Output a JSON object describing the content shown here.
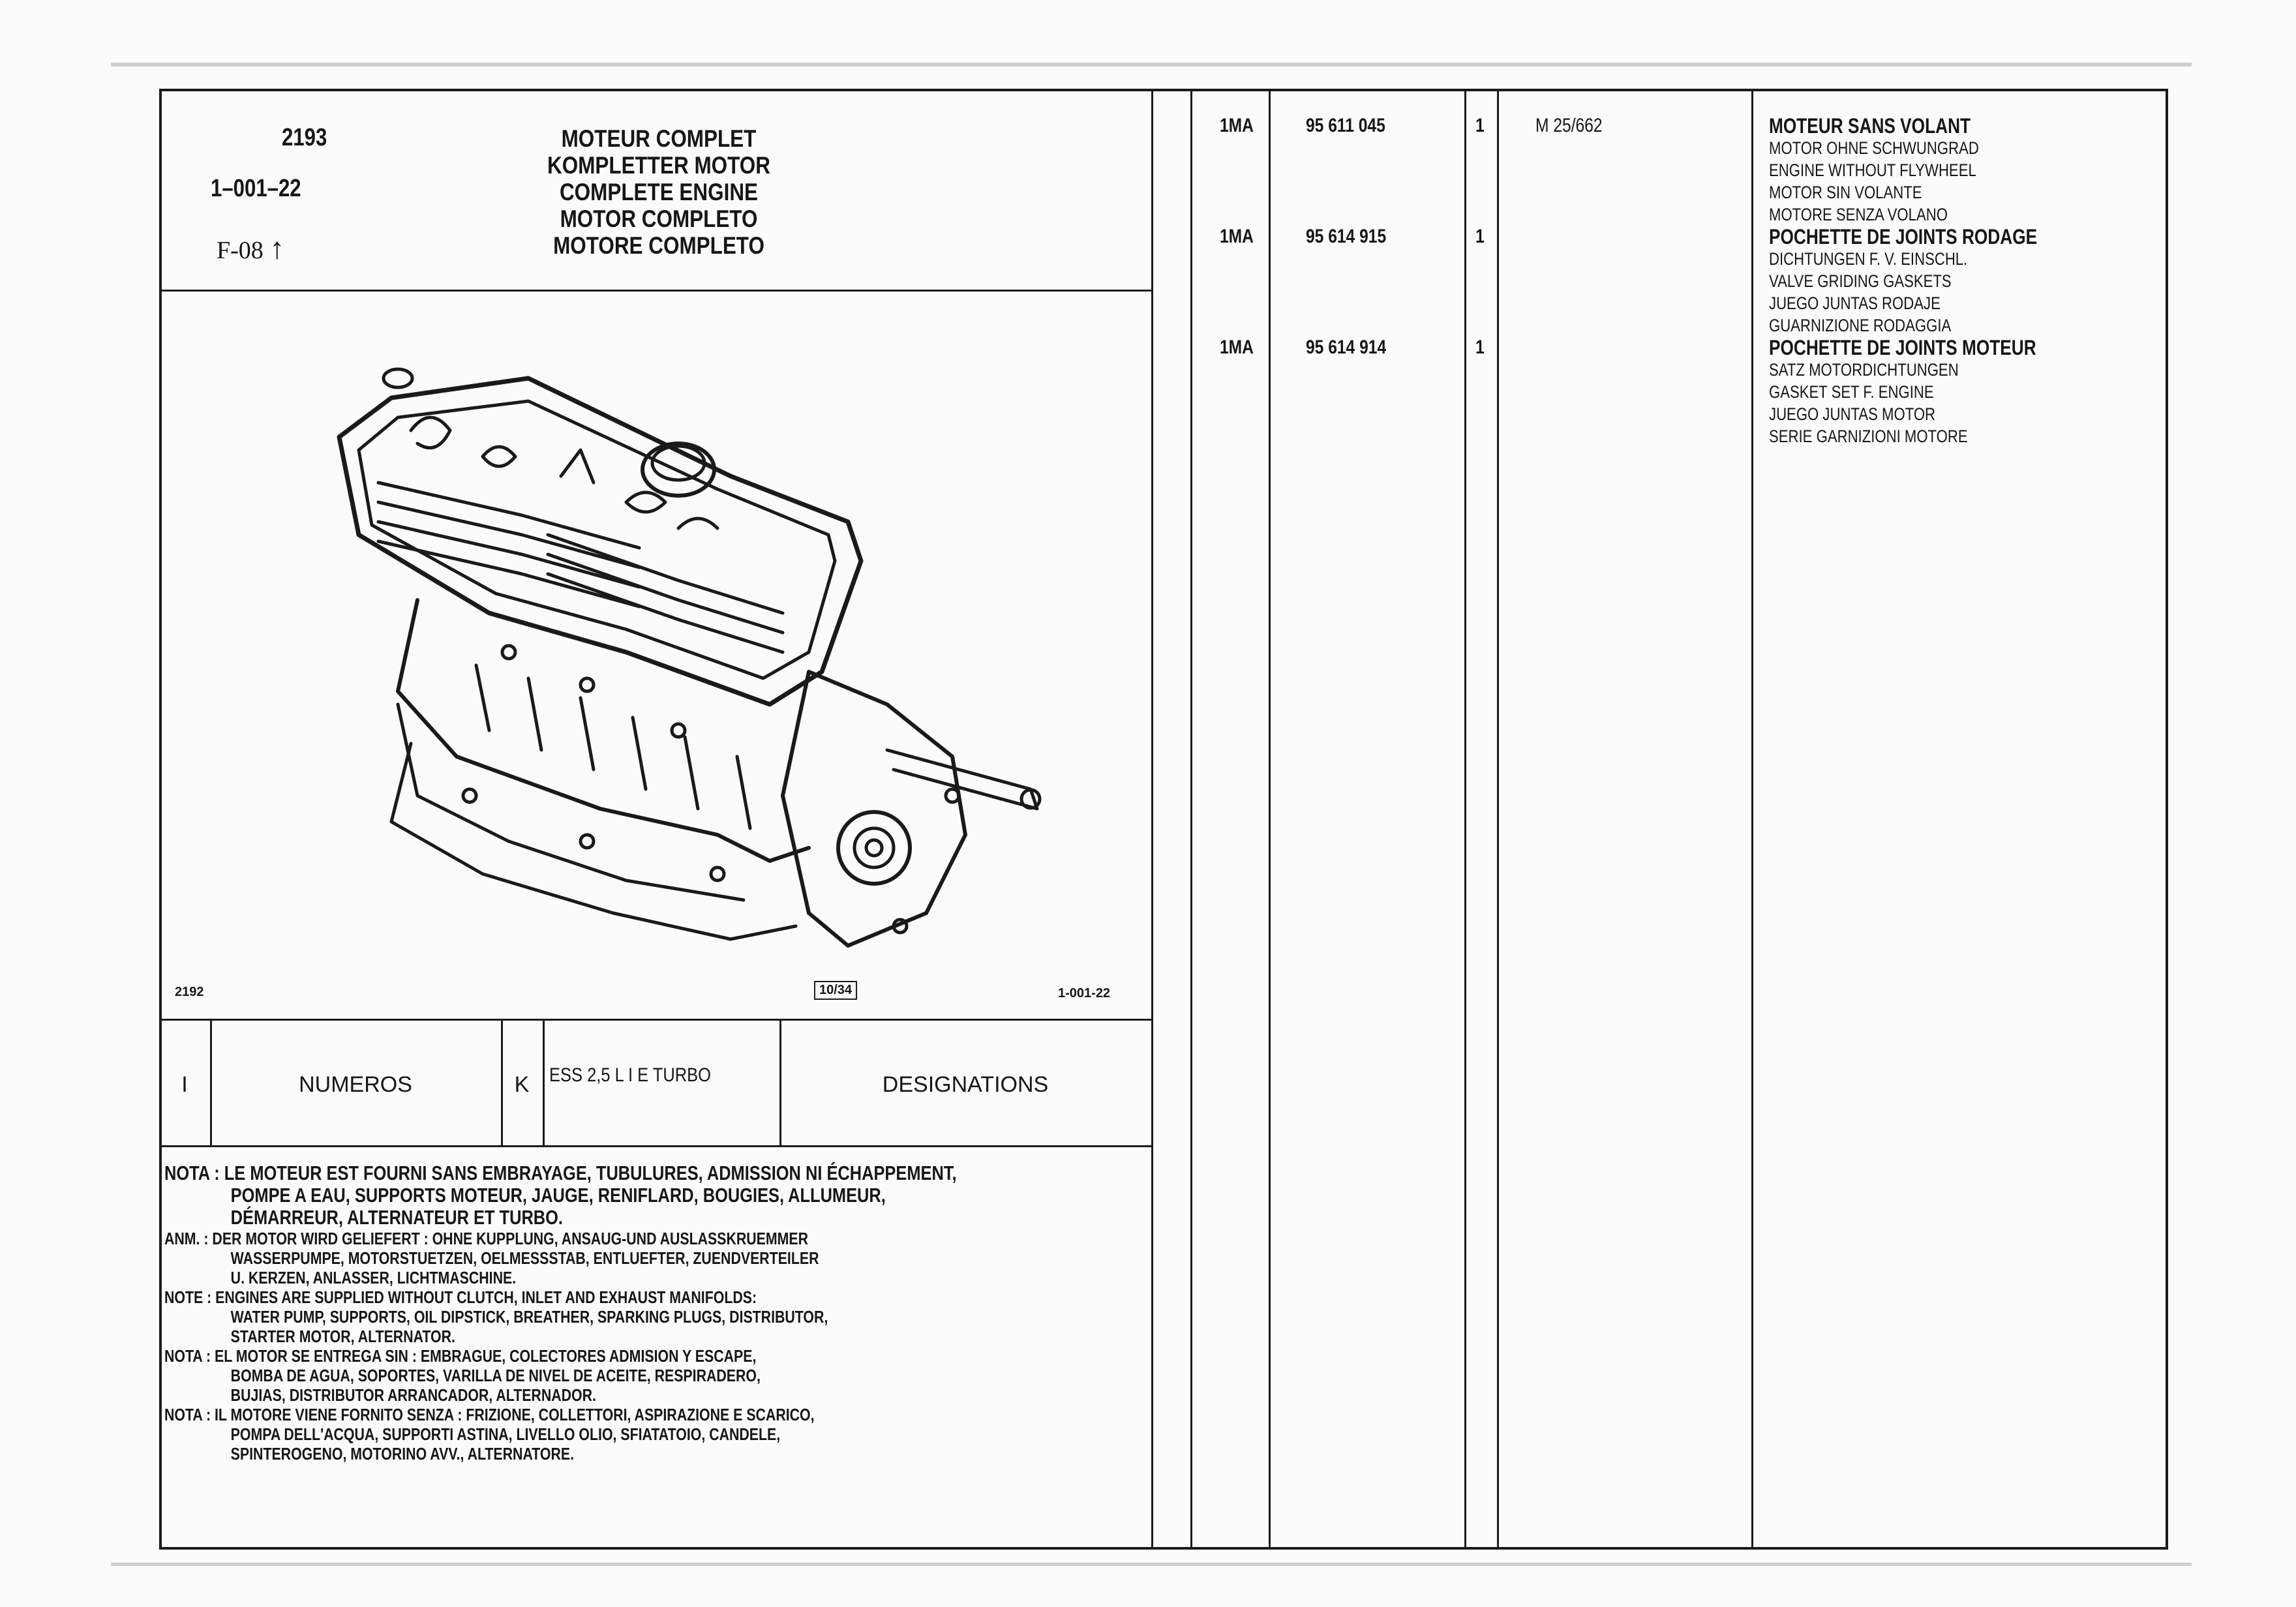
{
  "header": {
    "ref_number": "2193",
    "ref_code": "1–001–22",
    "ref_sub": "F-08",
    "title_lines": [
      "MOTEUR COMPLET",
      "KOMPLETTER MOTOR",
      "COMPLETE ENGINE",
      "MOTOR COMPLETO",
      "MOTORE COMPLETO"
    ]
  },
  "figure": {
    "left_label": "2192",
    "center_label": "10/34",
    "right_label": "1-001-22"
  },
  "columns": {
    "i": "I",
    "numeros": "NUMEROS",
    "k": "K",
    "model": "ESS 2,5 L  I E TURBO",
    "designations": "DESIGNATIONS"
  },
  "notes": [
    "NOTA : LE MOTEUR EST FOURNI SANS EMBRAYAGE, TUBULURES, ADMISSION NI ÉCHAPPEMENT,",
    "POMPE A EAU, SUPPORTS MOTEUR, JAUGE, RENIFLARD, BOUGIES, ALLUMEUR,",
    "DÉMARREUR, ALTERNATEUR ET TURBO.",
    "ANM.  : DER MOTOR WIRD GELIEFERT : OHNE KUPPLUNG, ANSAUG-UND AUSLASSKRUEMMER",
    "WASSERPUMPE, MOTORSTUETZEN, OELMESSSTAB, ENTLUEFTER, ZUENDVERTEILER",
    "U. KERZEN, ANLASSER, LICHTMASCHINE.",
    "NOTE : ENGINES ARE SUPPLIED WITHOUT CLUTCH, INLET AND EXHAUST MANIFOLDS:",
    "WATER PUMP, SUPPORTS, OIL DIPSTICK, BREATHER, SPARKING PLUGS, DISTRIBUTOR,",
    "STARTER MOTOR, ALTERNATOR.",
    "NOTA : EL MOTOR SE ENTREGA SIN : EMBRAGUE, COLECTORES ADMISION Y ESCAPE,",
    "BOMBA DE AGUA, SOPORTES, VARILLA DE NIVEL DE ACEITE, RESPIRADERO,",
    "BUJIAS, DISTRIBUTOR ARRANCADOR, ALTERNADOR.",
    "NOTA : IL MOTORE VIENE FORNITO SENZA : FRIZIONE, COLLETTORI, ASPIRAZIONE E SCARICO,",
    "POMPA DELL'ACQUA, SUPPORTI ASTINA, LIVELLO  OLIO, SFIATATOIO, CANDELE,",
    "SPINTEROGENO, MOTORINO AVV., ALTERNATORE."
  ],
  "parts": [
    {
      "code": "1MA",
      "number": "95 611 045",
      "qty": "1",
      "model_ref": "M 25/662",
      "lines": [
        "MOTEUR SANS VOLANT",
        "MOTOR OHNE SCHWUNGRAD",
        "ENGINE WITHOUT FLYWHEEL",
        "MOTOR SIN VOLANTE",
        "MOTORE SENZA VOLANO"
      ]
    },
    {
      "code": "1MA",
      "number": "95 614 915",
      "qty": "1",
      "model_ref": "",
      "lines": [
        "POCHETTE DE JOINTS RODAGE",
        "DICHTUNGEN F. V. EINSCHL.",
        "VALVE GRIDING GASKETS",
        "JUEGO JUNTAS RODAJE",
        "GUARNIZIONE RODAGGIA"
      ]
    },
    {
      "code": "1MA",
      "number": "95 614 914",
      "qty": "1",
      "model_ref": "",
      "lines": [
        "POCHETTE DE JOINTS MOTEUR",
        "SATZ MOTORDICHTUNGEN",
        "GASKET SET F. ENGINE",
        "JUEGO JUNTAS MOTOR",
        "SERIE GARNIZIONI MOTORE"
      ]
    }
  ]
}
